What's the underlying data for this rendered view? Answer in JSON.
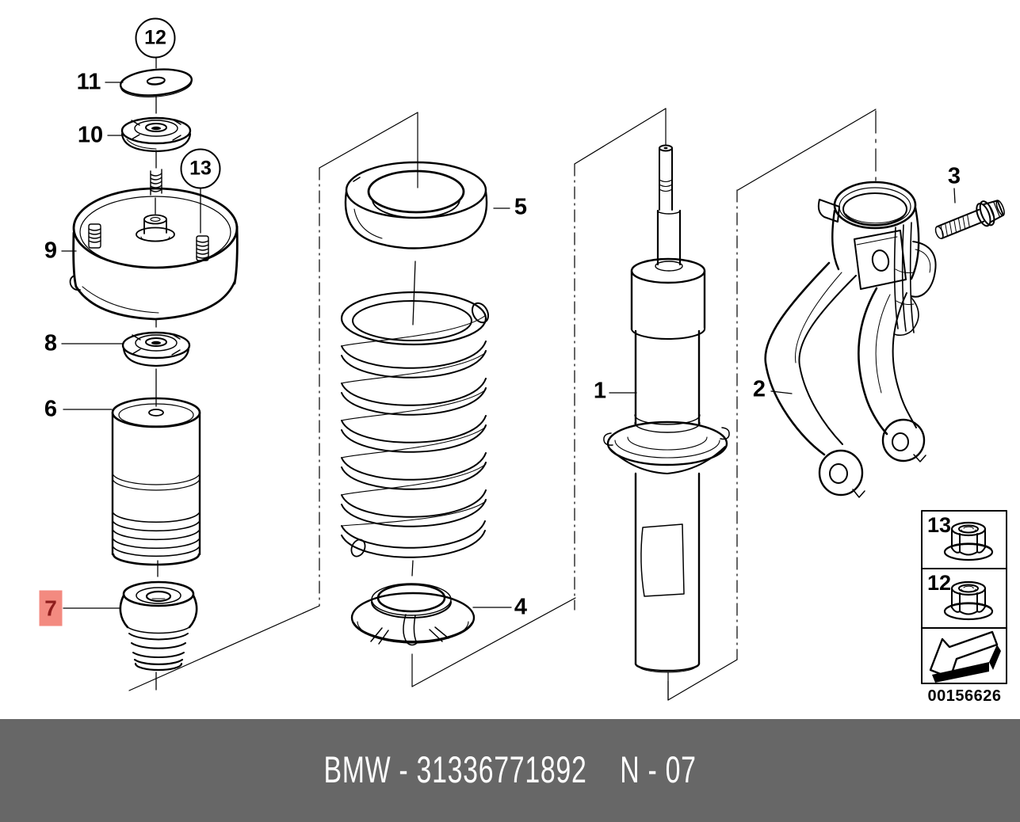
{
  "diagram": {
    "callouts": {
      "c12": {
        "label": "12"
      },
      "c11": {
        "label": "11"
      },
      "c10": {
        "label": "10"
      },
      "c13": {
        "label": "13"
      },
      "c9": {
        "label": "9"
      },
      "c8": {
        "label": "8"
      },
      "c6": {
        "label": "6"
      },
      "c7": {
        "label": "7"
      },
      "c5": {
        "label": "5"
      },
      "c4": {
        "label": "4"
      },
      "c1": {
        "label": "1"
      },
      "c2": {
        "label": "2"
      },
      "c3": {
        "label": "3"
      }
    },
    "legend": {
      "row1": {
        "label": "13",
        "icon": "flange-nut-icon"
      },
      "row2": {
        "label": "12",
        "icon": "flange-nut-icon"
      },
      "row3": {
        "icon": "direction-arrow-icon"
      }
    },
    "image_id": "00156626",
    "footer": {
      "left": "BMW - 31336771892",
      "right": "N - 07"
    },
    "colors": {
      "highlight_bg": "#f38a80",
      "highlight_fg": "#8f1d1d",
      "footer_bg": "#676767",
      "footer_fg": "#ffffff",
      "line": "#000000"
    }
  }
}
